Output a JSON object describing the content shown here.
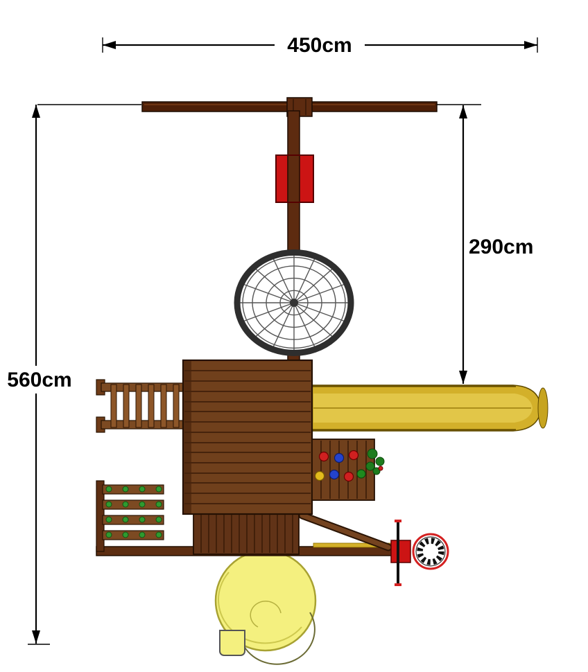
{
  "diagram": {
    "labels": {
      "width_total": "450cm",
      "height_total": "560cm",
      "deck_span": "290cm"
    },
    "colors": {
      "wood_dark": "#4d1f07",
      "wood_mid": "#70401c",
      "wood_light": "#8d5628",
      "wood_rail": "#7c4a22",
      "slide_gold": "#d3b02a",
      "slide_gold_light": "#e2c648",
      "tube_yellow": "#f4f07f",
      "accent_red": "#cc1414",
      "net_gray": "#2e2e2e",
      "peg_green": "#2f9a2f",
      "hold_blue": "#2443cc",
      "hold_yellow": "#e3bb1d",
      "hold_green": "#1e8a1e",
      "dimension": "#000000"
    },
    "parts": [
      "swing-beam",
      "center-post",
      "red-climb-panel",
      "spider-web-net",
      "main-tower-roof",
      "horizontal-ladder",
      "wave-slide",
      "climbing-wall-holds",
      "step-stack",
      "ground-beam",
      "lower-cabin",
      "diagonal-brace",
      "tube-slide",
      "basketball-hoop"
    ]
  }
}
